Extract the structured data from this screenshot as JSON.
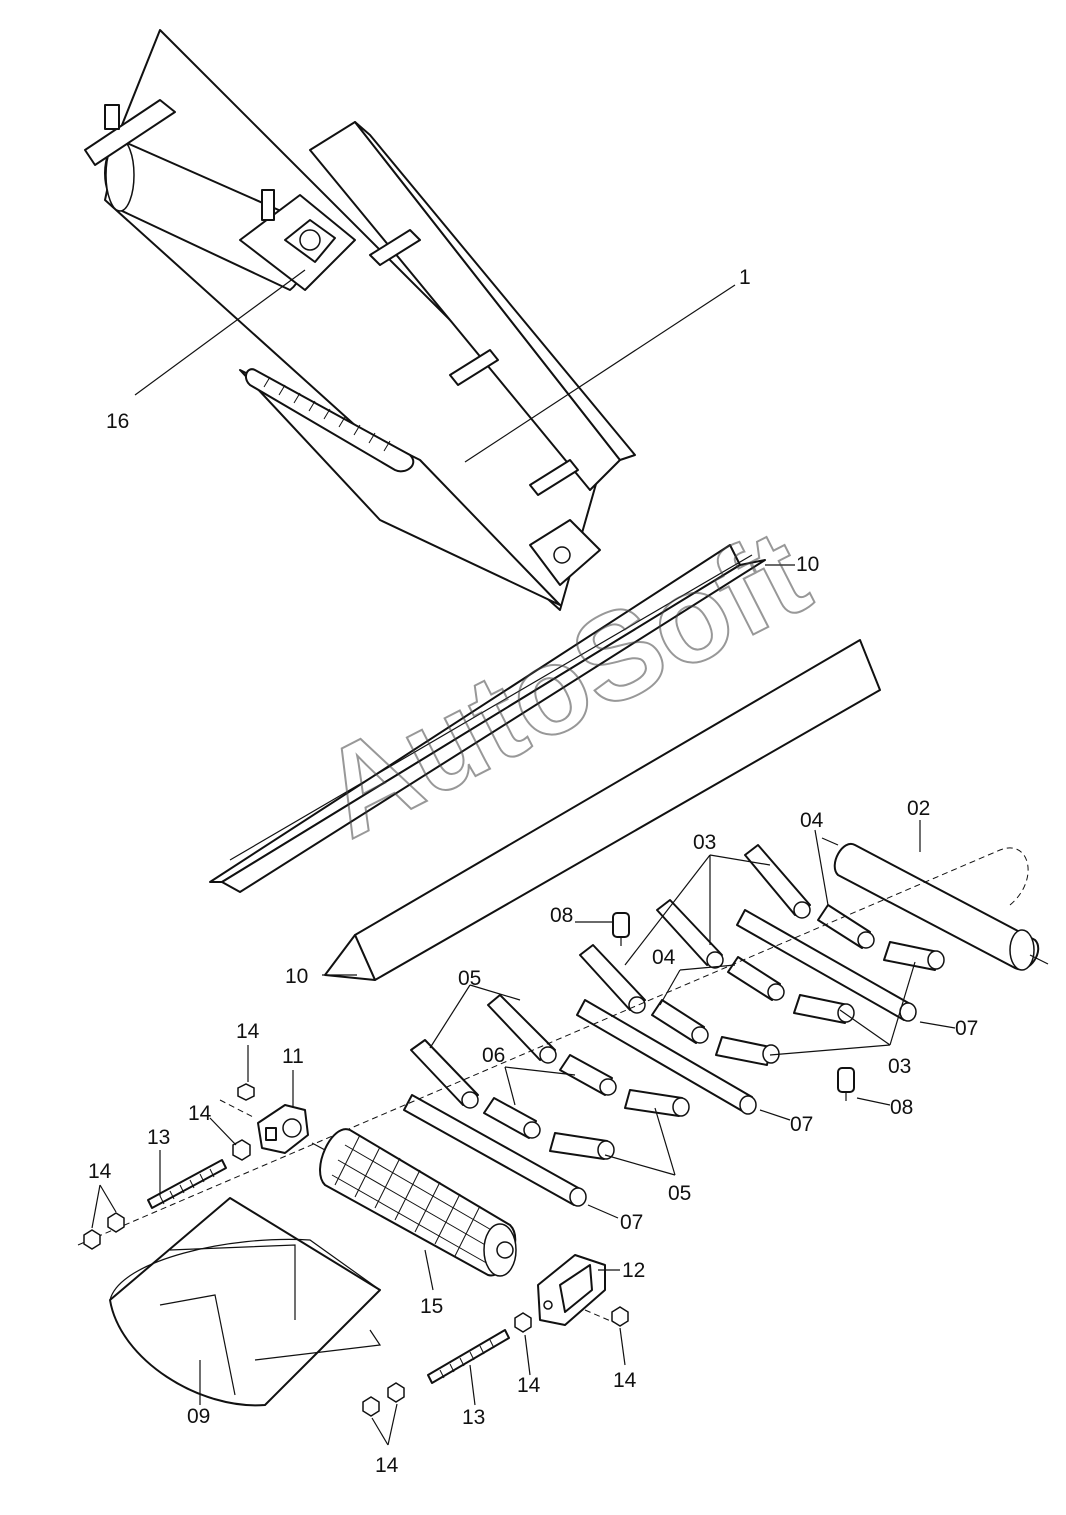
{
  "watermark": "AutoSoft",
  "callouts": {
    "c1": "1",
    "c16": "16",
    "c10a": "10",
    "c10b": "10",
    "c02": "02",
    "c03a": "03",
    "c03b": "03",
    "c04a": "04",
    "c04b": "04",
    "c05a": "05",
    "c05b": "05",
    "c06": "06",
    "c07a": "07",
    "c07b": "07",
    "c07c": "07",
    "c08a": "08",
    "c08b": "08",
    "c09": "09",
    "c11": "11",
    "c12": "12",
    "c13a": "13",
    "c13b": "13",
    "c14a": "14",
    "c14b": "14",
    "c14c": "14",
    "c14d": "14",
    "c14e": "14",
    "c14f": "14",
    "c15": "15"
  }
}
